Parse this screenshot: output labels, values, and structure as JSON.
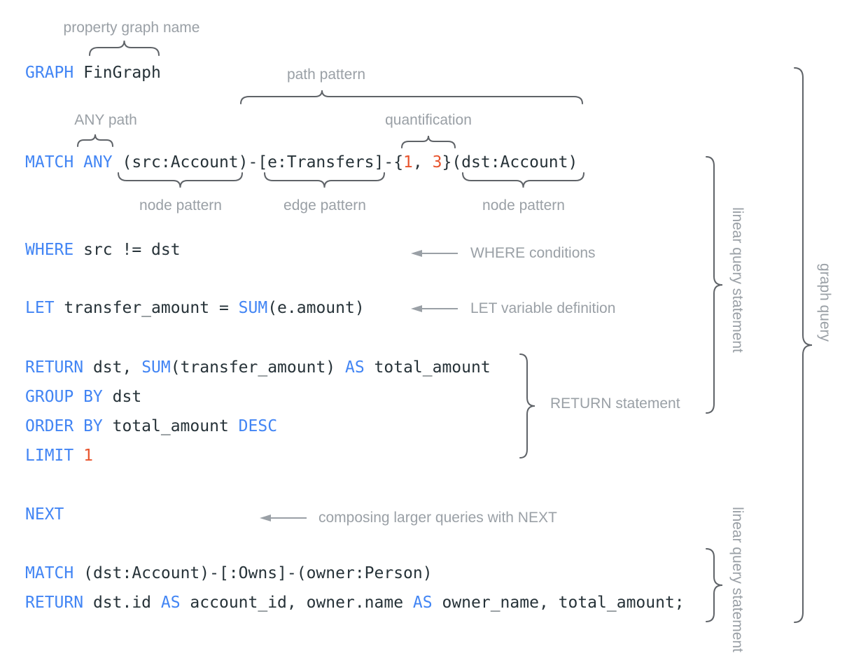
{
  "colors": {
    "keyword": "#4285F4",
    "number": "#E8542D",
    "code": "#263238",
    "label": "#9AA0A6",
    "brace": "#5F6368",
    "arrow": "#9AA0A6",
    "background": "#FFFFFF"
  },
  "labels": {
    "property_graph_name": "property graph name",
    "path_pattern": "path pattern",
    "any_path": "ANY path",
    "quantification": "quantification",
    "node_pattern_src": "node pattern",
    "edge_pattern": "edge pattern",
    "node_pattern_dst": "node pattern",
    "where_conditions": "WHERE conditions",
    "let_definition": "LET variable definition",
    "return_statement": "RETURN statement",
    "next_compose": "composing larger queries with NEXT",
    "linear_query_statement_1": "linear query statement",
    "linear_query_statement_2": "linear query statement",
    "graph_query": "graph query"
  },
  "code": {
    "lines": [
      {
        "id": "graph-clause",
        "tokens": [
          {
            "t": "GRAPH",
            "c": "kw"
          },
          {
            "t": " FinGraph",
            "c": "pl"
          }
        ]
      },
      {
        "id": "match-clause",
        "tokens": [
          {
            "t": "MATCH ANY",
            "c": "kw"
          },
          {
            "t": " (src:Account)-[e:Transfers]-{",
            "c": "pl"
          },
          {
            "t": "1",
            "c": "num"
          },
          {
            "t": ", ",
            "c": "pl"
          },
          {
            "t": "3",
            "c": "num"
          },
          {
            "t": "}(dst:Account)",
            "c": "pl"
          }
        ]
      },
      {
        "id": "where-clause",
        "tokens": [
          {
            "t": "WHERE",
            "c": "kw"
          },
          {
            "t": " src != dst",
            "c": "pl"
          }
        ]
      },
      {
        "id": "let-clause",
        "tokens": [
          {
            "t": "LET",
            "c": "kw"
          },
          {
            "t": " transfer_amount = ",
            "c": "pl"
          },
          {
            "t": "SUM",
            "c": "kw"
          },
          {
            "t": "(e.amount)",
            "c": "pl"
          }
        ]
      },
      {
        "id": "return-clause",
        "tokens": [
          {
            "t": "RETURN",
            "c": "kw"
          },
          {
            "t": " dst, ",
            "c": "pl"
          },
          {
            "t": "SUM",
            "c": "kw"
          },
          {
            "t": "(transfer_amount) ",
            "c": "pl"
          },
          {
            "t": "AS",
            "c": "kw"
          },
          {
            "t": " total_amount",
            "c": "pl"
          }
        ]
      },
      {
        "id": "group-by-clause",
        "tokens": [
          {
            "t": "GROUP BY",
            "c": "kw"
          },
          {
            "t": " dst",
            "c": "pl"
          }
        ]
      },
      {
        "id": "order-by-clause",
        "tokens": [
          {
            "t": "ORDER BY",
            "c": "kw"
          },
          {
            "t": " total_amount ",
            "c": "pl"
          },
          {
            "t": "DESC",
            "c": "kw"
          }
        ]
      },
      {
        "id": "limit-clause",
        "tokens": [
          {
            "t": "LIMIT",
            "c": "kw"
          },
          {
            "t": " ",
            "c": "pl"
          },
          {
            "t": "1",
            "c": "num"
          }
        ]
      },
      {
        "id": "next-clause",
        "tokens": [
          {
            "t": "NEXT",
            "c": "kw"
          }
        ]
      },
      {
        "id": "match-clause-2",
        "tokens": [
          {
            "t": "MATCH",
            "c": "kw"
          },
          {
            "t": " (dst:Account)-[:Owns]-(owner:Person)",
            "c": "pl"
          }
        ]
      },
      {
        "id": "return-clause-2",
        "tokens": [
          {
            "t": "RETURN",
            "c": "kw"
          },
          {
            "t": " dst.id ",
            "c": "pl"
          },
          {
            "t": "AS",
            "c": "kw"
          },
          {
            "t": " account_id, owner.name ",
            "c": "pl"
          },
          {
            "t": "AS",
            "c": "kw"
          },
          {
            "t": " owner_name, total_amount;",
            "c": "pl"
          }
        ]
      }
    ]
  }
}
